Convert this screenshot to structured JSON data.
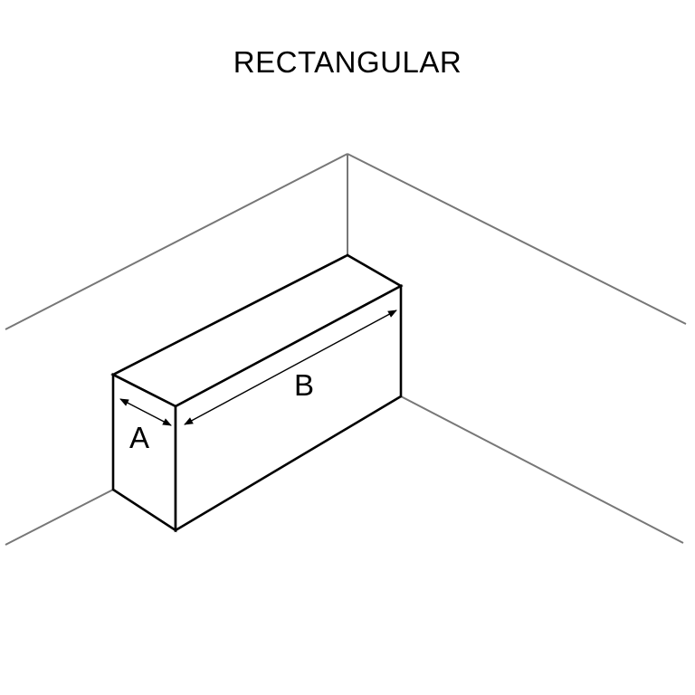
{
  "diagram": {
    "title": "RECTANGULAR",
    "labels": {
      "depth": "A",
      "length": "B"
    },
    "colors": {
      "box_stroke": "#000000",
      "wall_stroke": "#777777",
      "background": "#ffffff"
    },
    "description": "Isometric view of a rectangular box placed against the corner of two walls, with dimension arrows A (depth) and B (length)"
  }
}
